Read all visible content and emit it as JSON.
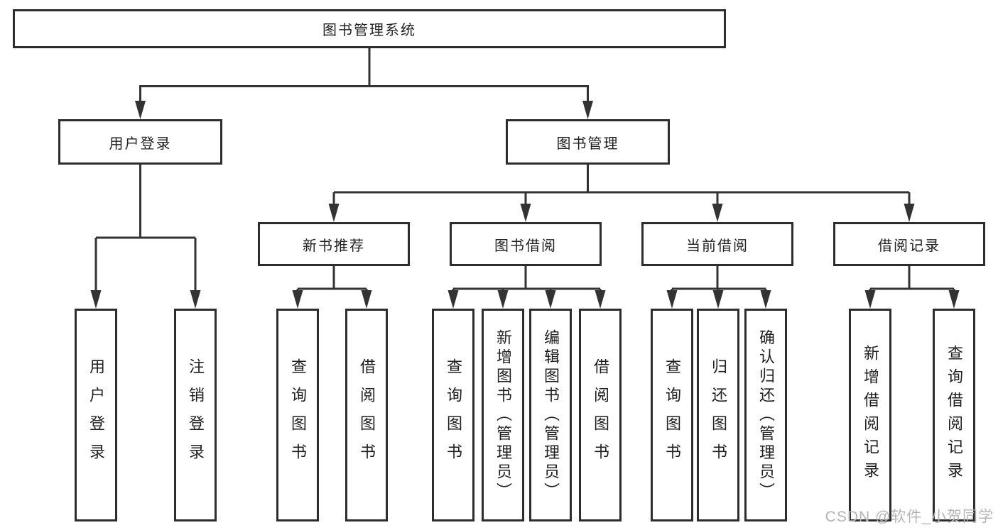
{
  "diagram": {
    "root": {
      "label": "图书管理系统"
    },
    "level2": [
      {
        "label": "用户登录"
      },
      {
        "label": "图书管理"
      }
    ],
    "level3": [
      {
        "label": "新书推荐"
      },
      {
        "label": "图书借阅"
      },
      {
        "label": "当前借阅"
      },
      {
        "label": "借阅记录"
      }
    ],
    "leaves": [
      {
        "label": "用户登录",
        "parent": "用户登录"
      },
      {
        "label": "注销登录",
        "parent": "用户登录"
      },
      {
        "label": "查询图书",
        "parent": "新书推荐"
      },
      {
        "label": "借阅图书",
        "parent": "新书推荐"
      },
      {
        "label": "查询图书",
        "parent": "图书借阅"
      },
      {
        "label": "新增图书（管理员）",
        "parent": "图书借阅"
      },
      {
        "label": "编辑图书（管理员）",
        "parent": "图书借阅"
      },
      {
        "label": "借阅图书",
        "parent": "图书借阅"
      },
      {
        "label": "查询图书",
        "parent": "当前借阅"
      },
      {
        "label": "归还图书",
        "parent": "当前借阅"
      },
      {
        "label": "确认归还（管理员）",
        "parent": "当前借阅"
      },
      {
        "label": "新增借阅记录",
        "parent": "借阅记录"
      },
      {
        "label": "查询借阅记录",
        "parent": "借阅记录"
      }
    ]
  },
  "watermark": {
    "text": "CSDN @软件_小贺同学"
  },
  "colors": {
    "line": "#333333",
    "border": "#2d2d2d",
    "text": "#1f1f1f",
    "watermark": "#b4b4b4",
    "background": "#ffffff"
  }
}
